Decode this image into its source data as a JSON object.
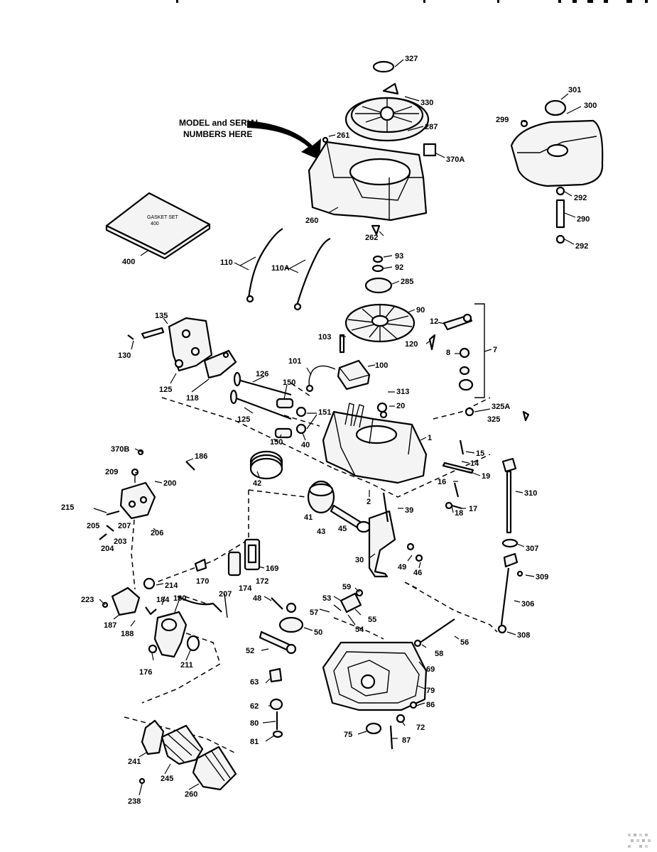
{
  "note": {
    "line1": "MODEL and SERIAL",
    "line2": "NUMBERS HERE"
  },
  "gasket_set": {
    "text": "GASKET SET"
  },
  "labels": {
    "l327": "327",
    "l330": "330",
    "l287": "287",
    "l261": "261",
    "l370A": "370A",
    "l260": "260",
    "l262": "262",
    "l301": "301",
    "l300": "300",
    "l299": "299",
    "l292a": "292",
    "l290": "290",
    "l292b": "292",
    "l400": "400",
    "l110": "110",
    "l110A": "110A",
    "l93": "93",
    "l92": "92",
    "l285": "285",
    "l90": "90",
    "l12": "12",
    "l120": "120",
    "l8": "8",
    "l7": "7",
    "l103": "103",
    "l135": "135",
    "l130": "130",
    "l125a": "125",
    "l118": "118",
    "l101": "101",
    "l100": "100",
    "l126": "126",
    "l150a": "150",
    "l151": "151",
    "l125b": "125",
    "l150b": "150",
    "l40": "40",
    "l313": "313",
    "l20": "20",
    "l325A": "325A",
    "l325": "325",
    "l1": "1",
    "l15": "15",
    "l14": "14",
    "l19": "19",
    "l16": "16",
    "l18": "18",
    "l17": "17",
    "l370B": "370B",
    "l186": "186",
    "l209": "209",
    "l200": "200",
    "l215": "215",
    "l205": "205",
    "l207": "207",
    "l206": "206",
    "l204": "204",
    "l203": "203",
    "l42": "42",
    "l2": "2",
    "l39": "39",
    "l41": "41",
    "l43": "43",
    "l45": "45",
    "l310": "310",
    "l307": "307",
    "l30": "30",
    "l49": "49",
    "l46": "46",
    "l169": "169",
    "l170": "170",
    "l174": "174",
    "l172": "172",
    "l214": "214",
    "l309": "309",
    "l223": "223",
    "l187": "187",
    "l188": "188",
    "l184": "184",
    "l180": "180",
    "l207b": "207",
    "l48": "48",
    "l59": "59",
    "l53": "53",
    "l57": "57",
    "l55": "55",
    "l54": "54",
    "l50": "50",
    "l306": "306",
    "l52": "52",
    "l56": "56",
    "l308": "308",
    "l58": "58",
    "l176": "176",
    "l211": "211",
    "l69": "69",
    "l63": "63",
    "l79": "79",
    "l62": "62",
    "l86": "86",
    "l80": "80",
    "l72": "72",
    "l81": "81",
    "l75": "75",
    "l87": "87",
    "l241": "241",
    "l245": "245",
    "l260b": "260",
    "l238": "238"
  }
}
